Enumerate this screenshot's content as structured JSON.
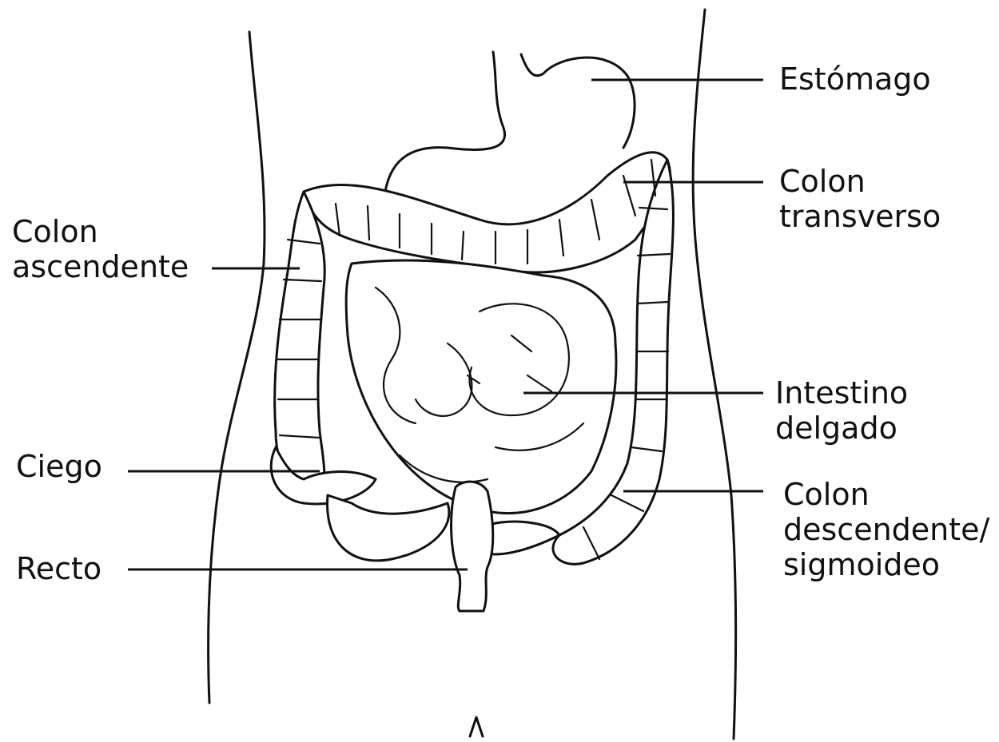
{
  "labels": {
    "estomago": "Estómago",
    "colon_transverso": [
      "Colon",
      "transverso"
    ],
    "colon_ascendente": [
      "Colon",
      "ascendente"
    ],
    "intestino_delgado": [
      "Intestino",
      "delgado"
    ],
    "ciego": "Ciego",
    "colon_descendente": [
      "Colon",
      "descendente/",
      "sigmoideo"
    ],
    "recto": "Recto"
  },
  "style": {
    "ink": "#111111",
    "background": "#ffffff"
  }
}
